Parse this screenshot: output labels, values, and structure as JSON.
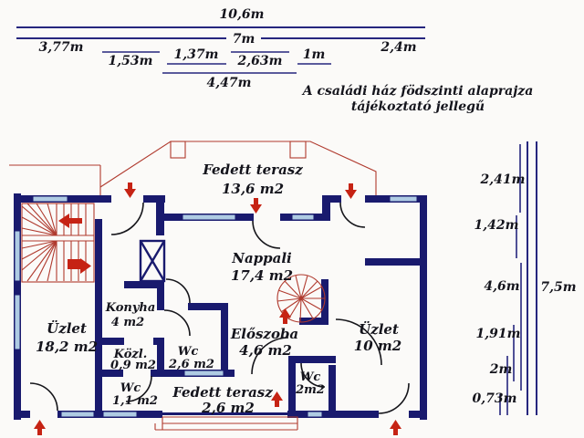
{
  "title": {
    "line1": "A családi ház födszinti alaprajza",
    "line2": "tájékoztató jellegű"
  },
  "dimensions": {
    "top": {
      "overall": "10,6m",
      "left": "3,77m",
      "middle": "7m",
      "right": "2,4m",
      "sub1": "1,53m",
      "sub2": "1,37m",
      "sub3": "2,63m",
      "sub4": "1m",
      "sub_total": "4,47m"
    },
    "right": {
      "overall": "7,5m",
      "seg1": "2,41m",
      "seg2": "1,42m",
      "seg3": "4,6m",
      "seg4": "1,91m",
      "seg5": "2m",
      "seg6": "0,73m"
    }
  },
  "rooms": [
    {
      "name": "Fedett terasz",
      "area": "13,6 m2"
    },
    {
      "name": "Nappali",
      "area": "17,4 m2"
    },
    {
      "name": "Üzlet",
      "area": "18,2 m2"
    },
    {
      "name": "Konyha",
      "area": "4 m2"
    },
    {
      "name": "Közl.",
      "area": "0,9 m2"
    },
    {
      "name": "Wc",
      "area": "2,6 m2"
    },
    {
      "name": "Wc",
      "area": "1,1 m2"
    },
    {
      "name": "Előszoba",
      "area": "4,6 m2"
    },
    {
      "name": "Wc",
      "area": "2m2"
    },
    {
      "name": "Üzlet",
      "area": "10 m2"
    },
    {
      "name": "Fedett terasz",
      "area": "2,6 m2"
    }
  ],
  "colors": {
    "wall": "#191a6e",
    "window": "#aecbe3",
    "stairs_red": "#b03a2e",
    "arrow_red": "#c62314",
    "dimension": "#26267e",
    "text": "#14141c",
    "background": "#fbfaf8"
  }
}
